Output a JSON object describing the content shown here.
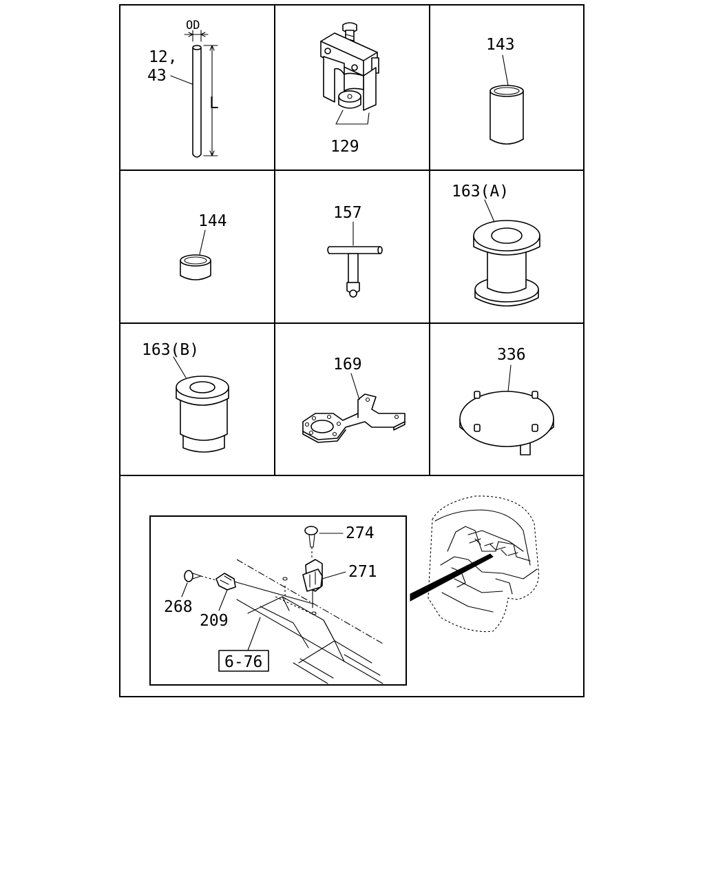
{
  "callouts": {
    "c12": "12,",
    "c43": "43",
    "od": "OD",
    "len": "L",
    "c129": "129",
    "c143": "143",
    "c144": "144",
    "c157": "157",
    "c163a": "163(A)",
    "c163b": "163(B)",
    "c169": "169",
    "c336": "336",
    "c274": "274",
    "c271": "271",
    "c268": "268",
    "c209": "209",
    "ref": "6-76"
  }
}
